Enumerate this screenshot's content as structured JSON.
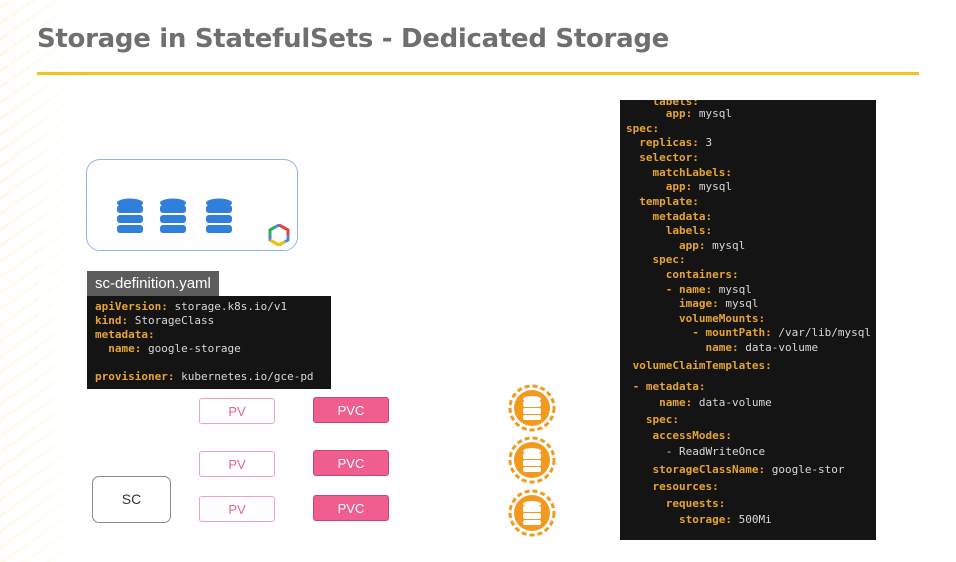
{
  "title": "Storage in StatefulSets - Dedicated Storage",
  "colors": {
    "title": "#6f6f6f",
    "title_rule": "#f2c417",
    "db_blue": "#2f7fdb",
    "pvc_pink": "#ef5e8f",
    "disk_orange": "#f29a1f",
    "code_key": "#e6a232",
    "code_text": "#d8d8d8"
  },
  "icons": {
    "database": "database-icon",
    "gcp": "google-cloud-icon",
    "disk": "storage-disk-icon"
  },
  "sc_definition": {
    "tab_label": "sc-definition.yaml",
    "lines": [
      {
        "key": "apiVersion:",
        "value": " storage.k8s.io/v1"
      },
      {
        "key": "kind:",
        "value": " StorageClass"
      },
      {
        "key": "metadata:",
        "value": ""
      },
      {
        "key": "  name:",
        "value": " google-storage"
      },
      {
        "key": "",
        "value": ""
      },
      {
        "key": "provisioner:",
        "value": " kubernetes.io/gce-pd"
      }
    ]
  },
  "volumes": {
    "pv_label": "PV",
    "pvc_label": "PVC"
  },
  "storage_class_box": {
    "label": "SC"
  },
  "statefulset_yaml": {
    "lines": [
      {
        "key": "    labels:",
        "value": ""
      },
      {
        "key": "      app:",
        "value": " mysql"
      },
      {
        "key": "spec:",
        "value": ""
      },
      {
        "key": "  replicas:",
        "value": " 3"
      },
      {
        "key": "  selector:",
        "value": ""
      },
      {
        "key": "    matchLabels:",
        "value": ""
      },
      {
        "key": "      app:",
        "value": " mysql"
      },
      {
        "key": "  template:",
        "value": ""
      },
      {
        "key": "    metadata:",
        "value": ""
      },
      {
        "key": "      labels:",
        "value": ""
      },
      {
        "key": "        app:",
        "value": " mysql"
      },
      {
        "key": "    spec:",
        "value": ""
      },
      {
        "key": "      containers:",
        "value": ""
      },
      {
        "key": "      - name:",
        "value": " mysql"
      },
      {
        "key": "        image:",
        "value": " mysql"
      },
      {
        "key": "        volumeMounts:",
        "value": ""
      },
      {
        "key": "          - mountPath:",
        "value": " /var/lib/mysql"
      },
      {
        "key": "            name:",
        "value": " data-volume"
      },
      {
        "key": " volumeClaimTemplates:",
        "value": ""
      },
      {
        "key": " - metadata:",
        "value": ""
      },
      {
        "key": "     name:",
        "value": " data-volume"
      },
      {
        "key": "   spec:",
        "value": ""
      },
      {
        "key": "    accessModes:",
        "value": ""
      },
      {
        "key": "",
        "value": "      - ReadWriteOnce"
      },
      {
        "key": "    storageClassName:",
        "value": " google-stor"
      },
      {
        "key": "    resources:",
        "value": ""
      },
      {
        "key": "      requests:",
        "value": ""
      },
      {
        "key": "        storage:",
        "value": " 500Mi"
      }
    ]
  }
}
